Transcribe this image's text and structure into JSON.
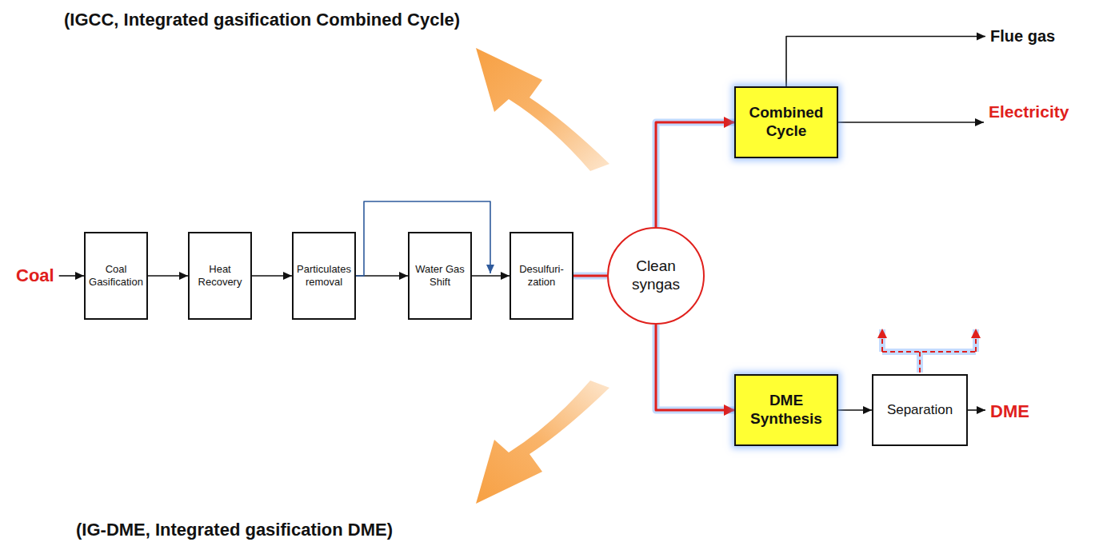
{
  "diagram": {
    "nodes": [
      {
        "text": [
          "Coal Gasification"
        ]
      },
      {
        "text": [
          "Heat Recovery"
        ]
      },
      {
        "text": [
          "Particulates removal"
        ]
      },
      {
        "text": [
          "Water Gas Shift"
        ]
      },
      {
        "text": [
          "Desulfuri- zation"
        ]
      },
      {
        "text": [
          "Clean syngas"
        ]
      },
      {
        "text": [
          "Combined Cycle"
        ]
      },
      {
        "text": [
          "DME Synthesis"
        ]
      },
      {
        "text": [
          "Separation"
        ]
      }
    ],
    "edges": [
      {
        "from": 0,
        "to": 1,
        "arrow": "to"
      },
      {
        "from": 1,
        "to": 2,
        "arrow": "to"
      },
      {
        "from": 2,
        "to": 3,
        "arrow": "to"
      },
      {
        "from": 3,
        "to": 4,
        "arrow": "to"
      },
      {
        "from": 2,
        "to": 4,
        "arrow": "to"
      },
      {
        "from": 4,
        "to": 5,
        "arrow": "none"
      },
      {
        "from": 5,
        "to": 6,
        "arrow": "to"
      },
      {
        "from": 5,
        "to": 7,
        "arrow": "to"
      },
      {
        "from": 7,
        "to": 8,
        "arrow": "to"
      }
    ],
    "labels": [
      "(IGCC, Integrated gasification Combined Cycle)",
      "Coal",
      "Flue gas",
      "Electricity",
      "DME",
      "(IG-DME, Integrated gasification DME)"
    ]
  }
}
